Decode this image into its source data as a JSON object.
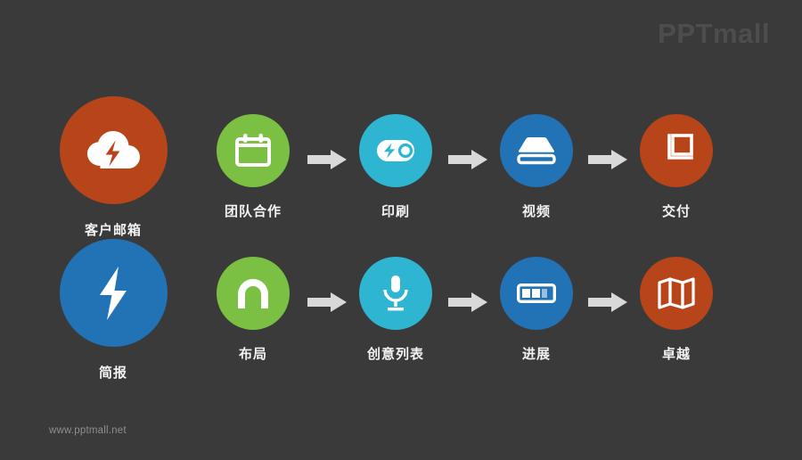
{
  "brand": {
    "logo_text": "PPTmall",
    "footer_url": "www.pptmall.net"
  },
  "theme": {
    "background": "#3a3a3a",
    "orange": "#b8441a",
    "green": "#7cc043",
    "cyan": "#2eb5d2",
    "blue": "#2173b5",
    "arrow": "#d9d9d9",
    "label_color": "#f2f2f2",
    "logo_color": "#4d4d4d",
    "footer_color": "#8e8e8e"
  },
  "rows": [
    {
      "id": "row-1",
      "nodes": [
        {
          "label": "客户邮箱",
          "icon": "cloud-bolt-icon",
          "color": "#b8441a",
          "size": "lead"
        },
        {
          "label": "团队合作",
          "icon": "calendar-icon",
          "color": "#7cc043",
          "size": "std"
        },
        {
          "label": "印刷",
          "icon": "battery-bolt-icon",
          "color": "#2eb5d2",
          "size": "std"
        },
        {
          "label": "视频",
          "icon": "hard-drive-icon",
          "color": "#2173b5",
          "size": "std"
        },
        {
          "label": "交付",
          "icon": "copy-icon",
          "color": "#b8441a",
          "size": "std"
        }
      ],
      "arrows": [
        "arrow-right-icon",
        "arrow-right-icon",
        "arrow-right-icon"
      ]
    },
    {
      "id": "row-2",
      "nodes": [
        {
          "label": "简报",
          "icon": "bolt-icon",
          "color": "#2173b5",
          "size": "lead"
        },
        {
          "label": "布局",
          "icon": "magnet-icon",
          "color": "#7cc043",
          "size": "std"
        },
        {
          "label": "创意列表",
          "icon": "microphone-icon",
          "color": "#2eb5d2",
          "size": "std"
        },
        {
          "label": "进展",
          "icon": "progress-bar-icon",
          "color": "#2173b5",
          "size": "std"
        },
        {
          "label": "卓越",
          "icon": "map-icon",
          "color": "#b8441a",
          "size": "std"
        }
      ],
      "arrows": [
        "arrow-right-icon",
        "arrow-right-icon",
        "arrow-right-icon"
      ]
    }
  ]
}
